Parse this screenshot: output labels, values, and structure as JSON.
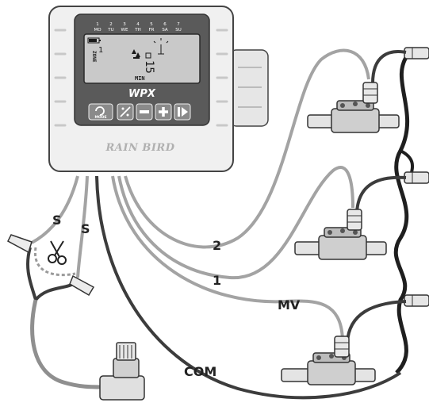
{
  "controller": {
    "model": "WPX",
    "brand": "RAIN BIRD",
    "days": [
      {
        "num": "1",
        "abbr": "MO"
      },
      {
        "num": "2",
        "abbr": "TU"
      },
      {
        "num": "3",
        "abbr": "WE"
      },
      {
        "num": "4",
        "abbr": "TH"
      },
      {
        "num": "5",
        "abbr": "FR"
      },
      {
        "num": "6",
        "abbr": "SA"
      },
      {
        "num": "7",
        "abbr": "SU"
      }
    ],
    "lcd": {
      "zone_label": "ZONE",
      "zone_number": "1",
      "digits": "15",
      "unit": "MIN"
    },
    "buttons": {
      "mode_label": "MODE"
    }
  },
  "wires": {
    "zone2": "2",
    "zone1": "1",
    "master_valve": "MV",
    "common": "COM",
    "sensor_a": "S",
    "sensor_b": "S"
  },
  "colors": {
    "gray_wire": "#a3a3a3",
    "black_wire": "#3c3c3c",
    "pipe": "#1f1f1f",
    "lcd_bg": "#c9c9c9",
    "button_bg": "#5a5a5a"
  }
}
